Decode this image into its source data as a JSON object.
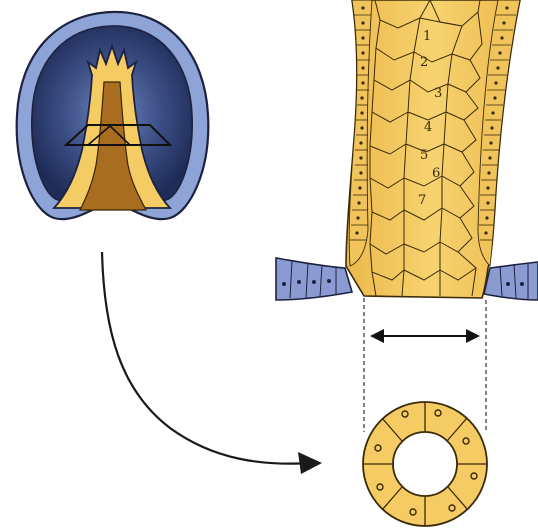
{
  "colors": {
    "background": "#ffffff",
    "embryo_outer": "#7f95c8",
    "embryo_inner": "#2f3f72",
    "embryo_mid": "#4b5f98",
    "plate_yellow": "#f5cc63",
    "plate_yellow_dark": "#e9b84a",
    "groove_brown": "#a56a1e",
    "cell_outline": "#3a2a08",
    "ectoderm_blue": "#8b9bd2",
    "arrow_dark": "#222222"
  },
  "icons": {
    "curved_arrow": "curved-arrow-icon",
    "double_arrow": "double-headed-arrow-icon"
  },
  "cell_labels": [
    "1",
    "2",
    "3",
    "4",
    "5",
    "6",
    "7"
  ]
}
